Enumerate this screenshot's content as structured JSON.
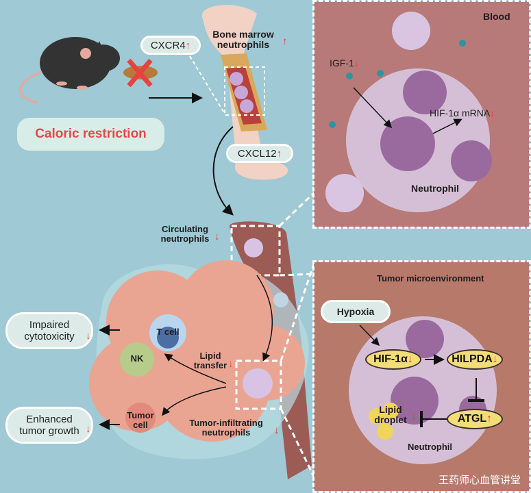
{
  "figure": {
    "caloric_restriction_label": "Caloric restriction",
    "bone": {
      "title_line1": "Bone marrow",
      "title_line2": "neutrophils",
      "title_trend": "↑",
      "cxcr4": "CXCR4",
      "cxcr4_trend": "↑",
      "cxcl12": "CXCL12",
      "cxcl12_trend": "↑"
    },
    "blood_panel": {
      "title": "Blood",
      "igf1": "IGF-1",
      "igf1_trend": "↓",
      "hif_mrna": "HIF-1α mRNA",
      "hif_mrna_trend": "↓",
      "cell_label": "Neutrophil"
    },
    "circulating": {
      "line1": "Circulating",
      "line2": "neutrophils",
      "trend": "↓"
    },
    "tumor": {
      "t_cell": "T cell",
      "nk": "NK",
      "tumor_cell_line1": "Tumor",
      "tumor_cell_line2": "cell",
      "lipid_line1": "Lipid",
      "lipid_line2": "transfer",
      "lipid_trend": "↓",
      "infiltrating_line1": "Tumor-infiltrating",
      "infiltrating_line2": "neutrophils",
      "infiltrating_trend": "↓"
    },
    "outcomes": {
      "impaired_line1": "Impaired",
      "impaired_line2": "cytotoxicity",
      "impaired_trend": "↓",
      "enhanced_line1": "Enhanced",
      "enhanced_line2": "tumor growth",
      "enhanced_trend": "↓"
    },
    "tme_panel": {
      "title": "Tumor microenvironment",
      "hypoxia": "Hypoxia",
      "hif1a": "HIF-1α",
      "hif1a_trend": "↓",
      "hilpda": "HILPDA",
      "hilpda_trend": "↓",
      "atgl": "ATGL",
      "atgl_trend": "↑",
      "lipid_line1": "Lipid",
      "lipid_line2": "droplet",
      "lipid_trend": "↓",
      "cell_label": "Neutrophil"
    },
    "watermark": "王药师心血管讲堂"
  }
}
